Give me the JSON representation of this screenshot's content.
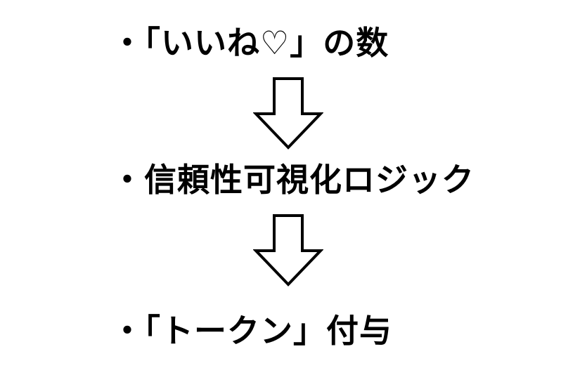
{
  "flow": {
    "steps": [
      {
        "text": "・「いいね♡」の数"
      },
      {
        "text": "・信頼性可視化ロジック"
      },
      {
        "text": "・「トークン」付与"
      }
    ],
    "arrow_icon": "down-arrow-outline-icon",
    "text_color": "#000000",
    "background_color": "#ffffff"
  }
}
